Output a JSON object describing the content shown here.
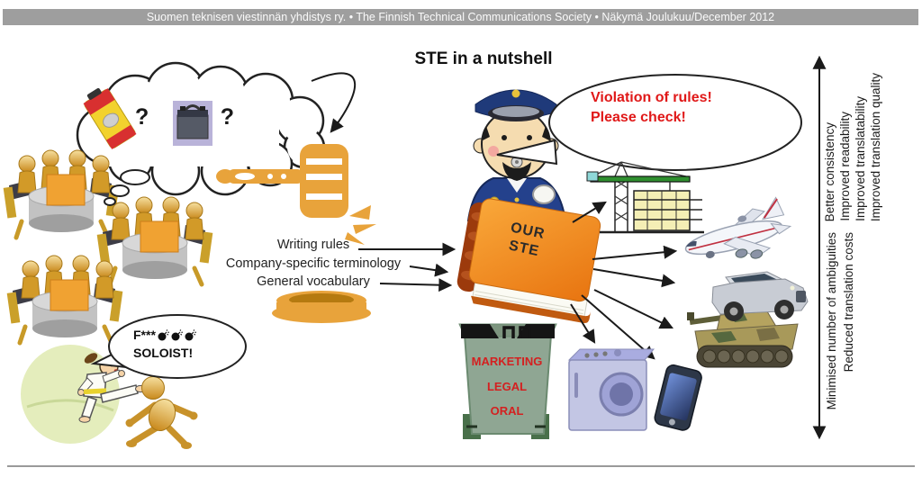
{
  "banner": {
    "text": "Suomen teknisen viestinnän yhdistys ry. • The Finnish Technical Communications Society • Näkymä Joulukuu/December 2012"
  },
  "title": "STE in a nutshell",
  "cloud": {
    "q1": "?",
    "q2": "?"
  },
  "sources": {
    "lines": [
      "Writing rules",
      "Company-specific terminology",
      "General vocabulary"
    ]
  },
  "police_bubble": {
    "lines": [
      "Violation of rules!",
      "Please check!"
    ]
  },
  "soloist_bubble": {
    "prefix": "F***",
    "shout": "SOLOIST!"
  },
  "book": {
    "lines": [
      "OUR",
      "STE"
    ]
  },
  "bin": {
    "labels": [
      "MARKETING",
      "LEGAL",
      "ORAL"
    ]
  },
  "benefits": {
    "top": [
      "Better consistency",
      "Improved readability",
      "Improved translatability",
      "Improved translation quality"
    ],
    "bottom": [
      "Minimised number of ambiguities",
      "Reduced translation costs"
    ]
  },
  "icons": {
    "bomb": "bomb-glyph",
    "book": "our-ste-manual",
    "bin": "discard-wheelie-bin"
  },
  "colors": {
    "banner_gray": "#9e9e9e",
    "accent_orange": "#e8a33b",
    "book_orange": "#ef8816",
    "alert_red": "#e01818",
    "bin_green": "#8fa693",
    "gold": "#d9a52e",
    "crane_green": "#2f8f2f",
    "washer_lavender": "#c3c6e4"
  }
}
